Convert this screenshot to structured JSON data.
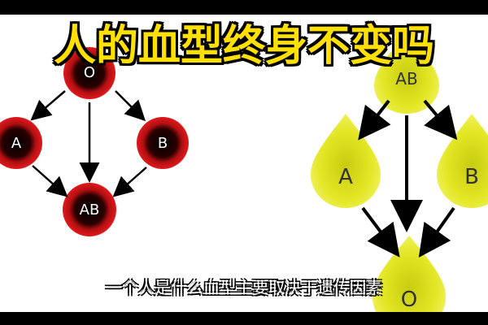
{
  "title": "人的血型终身不变吗",
  "subtitle": "一个人是什么血型主要取决于遗传因素",
  "left_diagram": {
    "top_label": "O",
    "left_label": "A",
    "right_label": "B",
    "bottom_label": "AB",
    "ring_color": "#e0191c",
    "core_color": "#000000"
  },
  "right_diagram": {
    "top_label": "AB",
    "left_label": "A",
    "right_label": "B",
    "bottom_label": "O",
    "drop_color": "#e9ec2a"
  }
}
